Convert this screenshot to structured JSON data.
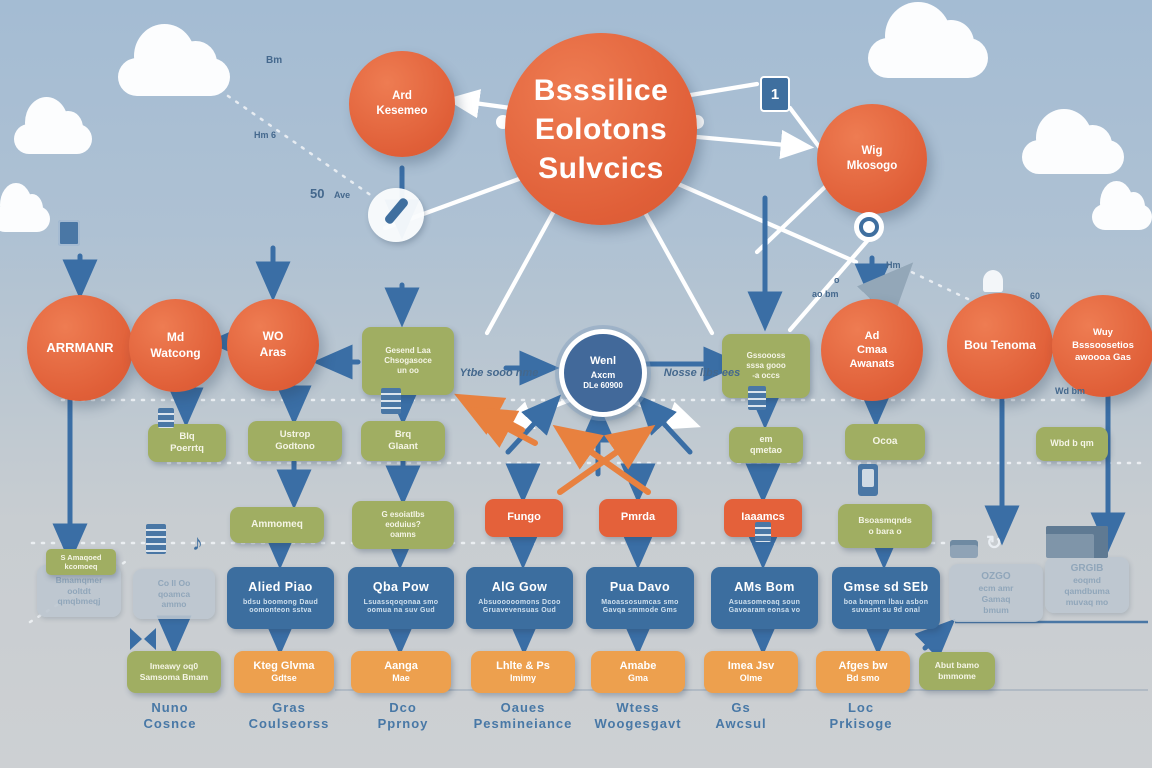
{
  "colors": {
    "orange_node": "#e4663c",
    "orange_light": "#eda04e",
    "green_node": "#a0ae62",
    "blue_node": "#3c6e9f",
    "gray_node": "#bcc6cf",
    "arrow_blue": "#3a6ea5",
    "label_blue": "#4878a6",
    "sky": "#a4bcd3"
  },
  "central_circle": {
    "line1": "Bsssilice",
    "line2": "Eolotons",
    "line3": "Sulvcics"
  },
  "circles": {
    "ard": {
      "line1": "Ard",
      "line2": "Kesemeo"
    },
    "wig": {
      "line1": "Wig",
      "line2": "Mkosogo"
    },
    "arrmanr": {
      "line1": "ARRMANR"
    },
    "md": {
      "line1": "Md",
      "line2": "Watcong"
    },
    "wo": {
      "line1": "WO",
      "line2": "Aras"
    },
    "ad": {
      "line1": "Ad",
      "line2": "Cmaa",
      "line3": "Awanats"
    },
    "bou": {
      "line1": "Bou Tenoma"
    },
    "wuy": {
      "line1": "Wuy",
      "line2": "Bsssoosetios",
      "line3": "awoooa Gas"
    },
    "hub": {
      "line1": "Wenl",
      "line2": "Axcm",
      "line3": "DLe 60900"
    }
  },
  "mid_boxes": {
    "gesend": {
      "line1": "Gesend Laa",
      "line2": "Chsogasoce",
      "line3": "un oo"
    },
    "gssoooss": {
      "line1": "Gssoooss",
      "line2": "sssa gooo",
      "line3": "-a occs"
    }
  },
  "green_row": {
    "blq": {
      "line1": "Blq",
      "line2": "Poerrtq"
    },
    "ustrop": {
      "line1": "Ustrop",
      "line2": "Godtono"
    },
    "brq": {
      "line1": "Brq",
      "line2": "Glaant"
    },
    "em": {
      "line1": "em",
      "line2": "qmetao"
    },
    "ocoa": {
      "line1": "Ocoa"
    },
    "wbd": {
      "line1": "Wbd b qm"
    }
  },
  "process_row": {
    "ammomeq": {
      "line1": "Ammomeq"
    },
    "esoiatlbs": {
      "line1": "G esoiatlbs",
      "line2": "eoduius?",
      "line3": "oamns"
    },
    "fungo": {
      "line1": "Fungo"
    },
    "pmrda": {
      "line1": "Pmrda"
    },
    "iaaamcs": {
      "line1": "Iaaamcs"
    },
    "bsoasmqnds": {
      "line1": "Bsoasmqnds",
      "line2": "o bara o"
    }
  },
  "blue_row": {
    "alied": {
      "title": "Alied Piao",
      "sub1": "bdsu boomong Daud",
      "sub2": "oomonteon sstva"
    },
    "qba": {
      "title": "Qba Pow",
      "sub1": "Lsuassqoqonaa smo",
      "sub2": "oomua na suv Gud"
    },
    "alg": {
      "title": "AlG Gow",
      "sub1": "Absuooooomons Dcoo",
      "sub2": "Gruavevensuas Oud"
    },
    "pua": {
      "title": "Pua Davo",
      "sub1": "Maoassosumcas smo",
      "sub2": "Gavqa smmode Gms"
    },
    "ams": {
      "title": "AMs Bom",
      "sub1": "Asuasomeoaq soun",
      "sub2": "Gavoaram eonsa vo"
    },
    "gmse": {
      "title": "Gmse sd SEb",
      "sub1": "boa bnqmm lbau asbon",
      "sub2": "suvasnt su 9d onal"
    }
  },
  "gray_boxes": {
    "bmamqmer": {
      "line1": "Bmamqmer",
      "line2": "ooltdt",
      "line3": "qmqbmeqj"
    },
    "coiloo": {
      "line1": "Co Il Oo",
      "line2": "qoamca",
      "line3": "ammo"
    },
    "tag": {
      "line1": "S Amaqoed",
      "line2": "kcomoeq"
    },
    "ozgo": {
      "line1": "OZGO",
      "line2": "ecm amr",
      "line3": "Gamaq",
      "line4": "bmum"
    },
    "grgib": {
      "line1": "GRGIB",
      "line2": "eoqmd",
      "line3": "qamdbuma",
      "line4": "muvaq mo"
    }
  },
  "bottom_row": {
    "imeawy": {
      "line1": "Imeawy oq0",
      "line2": "Samsoma Bmam"
    },
    "kteg": {
      "line1": "Kteg Glvma",
      "line2": "Gdtse"
    },
    "aanga": {
      "line1": "Aanga",
      "line2": "Mae"
    },
    "lhlte": {
      "line1": "Lhlte & Ps",
      "line2": "Imimy"
    },
    "amabe": {
      "line1": "Amabe",
      "line2": "Gma"
    },
    "imea": {
      "line1": "Imea Jsv",
      "line2": "Olme"
    },
    "afges": {
      "line1": "Afges bw",
      "line2": "Bd smo"
    },
    "abut": {
      "line1": "Abut bamo",
      "line2": "bmmome"
    }
  },
  "bottom_labels": {
    "l1": {
      "line1": "Nuno",
      "line2": "Cosnce"
    },
    "l2": {
      "line1": "Gras",
      "line2": "Coulseorss"
    },
    "l3": {
      "line1": "Dco",
      "line2": "Pprnoy"
    },
    "l4": {
      "line1": "Oaues",
      "line2": "Pesmineiance"
    },
    "l5": {
      "line1": "Wtess",
      "line2": "Woogesgavt"
    },
    "l6": {
      "line1": "Gs",
      "line2": "Awcsul"
    },
    "l7": {
      "line1": "Loc",
      "line2": "Prkisoge"
    }
  },
  "float_labels": {
    "bm": "Bm",
    "hm6": "Hm 6",
    "fifty": "50",
    "ave": "Ave",
    "ytbe": "Ytbe sooo nme",
    "nosse": "Nosse libs ees",
    "hm": "Hm",
    "o": "o",
    "aobm": "ao bm",
    "sixty": "60",
    "wdbm": "Wd bm"
  },
  "icons": {
    "doc_badge": "1",
    "music_note": "♪",
    "refresh": "↻"
  }
}
